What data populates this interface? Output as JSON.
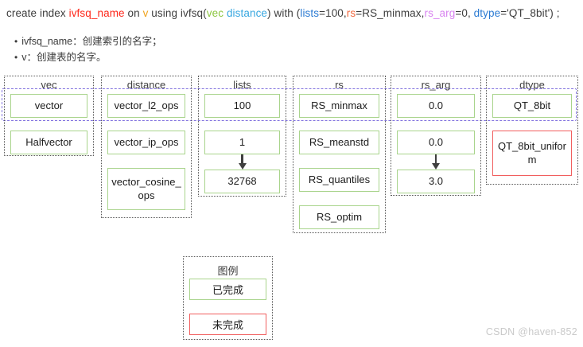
{
  "code_line": {
    "segments": [
      {
        "text": "create index ",
        "color": "#3d3d3d"
      },
      {
        "text": "ivfsq_name",
        "color": "#fe2619"
      },
      {
        "text": " on ",
        "color": "#3d3d3d"
      },
      {
        "text": "v",
        "color": "#f0a41e"
      },
      {
        "text": " using ivfsq(",
        "color": "#3d3d3d"
      },
      {
        "text": "vec",
        "color": "#8cc63f"
      },
      {
        "text": " ",
        "color": "#3d3d3d"
      },
      {
        "text": "distance",
        "color": "#38a7e0"
      },
      {
        "text": ") with (",
        "color": "#3d3d3d"
      },
      {
        "text": "lists",
        "color": "#2a7ad2"
      },
      {
        "text": "=100,",
        "color": "#3d3d3d"
      },
      {
        "text": "rs",
        "color": "#f1683f"
      },
      {
        "text": "=RS_minmax,",
        "color": "#3d3d3d"
      },
      {
        "text": "rs_arg",
        "color": "#d884f0"
      },
      {
        "text": "=0, ",
        "color": "#3d3d3d"
      },
      {
        "text": "dtype",
        "color": "#2a7ad2"
      },
      {
        "text": "='QT_8bit') ;",
        "color": "#3d3d3d"
      }
    ]
  },
  "notes": [
    "ivfsq_name：创建索引的名字；",
    "v：创建表的名字。"
  ],
  "columns": [
    {
      "header": "vec",
      "boxes": [
        "vector",
        "Halfvector"
      ]
    },
    {
      "header": "distance",
      "boxes": [
        "vector_l2_ops",
        "vector_ip_ops",
        "vector_cosine_ops"
      ]
    },
    {
      "header": "lists",
      "boxes": [
        "100",
        "1",
        "32768"
      ]
    },
    {
      "header": "rs",
      "boxes": [
        "RS_minmax",
        "RS_meanstd",
        "RS_quantiles",
        "RS_optim"
      ]
    },
    {
      "header": "rs_arg",
      "boxes": [
        "0.0",
        "0.0",
        "3.0"
      ]
    },
    {
      "header": "dtype",
      "boxes": [
        "QT_8bit",
        "QT_8bit_uniform"
      ]
    }
  ],
  "legend": {
    "title": "图例",
    "completed": "已完成",
    "incomplete": "未完成"
  },
  "watermark": "CSDN @haven-852",
  "colors": {
    "completed_border": "#a9d48c",
    "incomplete_border": "#f15f5f",
    "default_band": "#8374df",
    "container_dots": "#555555",
    "arrow": "#3f3f3f"
  }
}
